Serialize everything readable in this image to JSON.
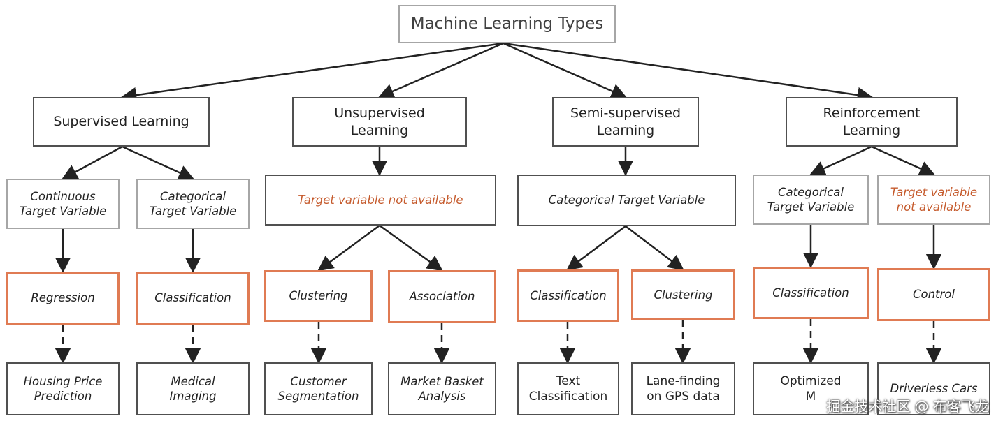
{
  "root": {
    "label": "Machine Learning Types"
  },
  "categories": {
    "supervised": {
      "lines": [
        "Supervised Learning"
      ]
    },
    "unsupervised": {
      "lines": [
        "Unsupervised",
        "Learning"
      ]
    },
    "semi": {
      "lines": [
        "Semi-supervised",
        "Learning"
      ]
    },
    "reinforcement": {
      "lines": [
        "Reinforcement",
        "Learning"
      ]
    }
  },
  "targets": {
    "sup_continuous": {
      "lines": [
        "Continuous",
        "Target Variable"
      ]
    },
    "sup_categorical": {
      "lines": [
        "Categorical",
        "Target Variable"
      ]
    },
    "unsup_none": {
      "lines": [
        "Target variable not available"
      ]
    },
    "semi_categorical": {
      "lines": [
        "Categorical Target Variable"
      ]
    },
    "rl_categorical": {
      "lines": [
        "Categorical",
        "Target Variable"
      ]
    },
    "rl_none": {
      "lines": [
        "Target variable",
        "not available"
      ]
    }
  },
  "methods": {
    "regression": "Regression",
    "sup_classification": "Classification",
    "unsup_clustering": "Clustering",
    "association": "Association",
    "semi_classification": "Classification",
    "semi_clustering": "Clustering",
    "rl_classification": "Classification",
    "control": "Control"
  },
  "examples": {
    "housing": {
      "lines": [
        "Housing Price",
        "Prediction"
      ]
    },
    "medical": {
      "lines": [
        "Medical",
        "Imaging"
      ]
    },
    "customer": {
      "lines": [
        "Customer",
        "Segmentation"
      ]
    },
    "market": {
      "lines": [
        "Market Basket",
        "Analysis"
      ]
    },
    "text": {
      "lines": [
        "Text",
        "Classification"
      ]
    },
    "lane": {
      "lines": [
        "Lane-finding",
        "on GPS data"
      ]
    },
    "optimized": {
      "lines": [
        "Optimized",
        "M"
      ]
    },
    "driverless": {
      "lines": [
        "Driverless Cars"
      ]
    }
  },
  "watermark": "掘金技术社区 @ 布客飞龙",
  "colors": {
    "dark_border": "#505050",
    "light_border": "#a6a6a6",
    "orange_border": "#e07b53",
    "orange_text": "#c55a2c",
    "line": "#222222"
  }
}
